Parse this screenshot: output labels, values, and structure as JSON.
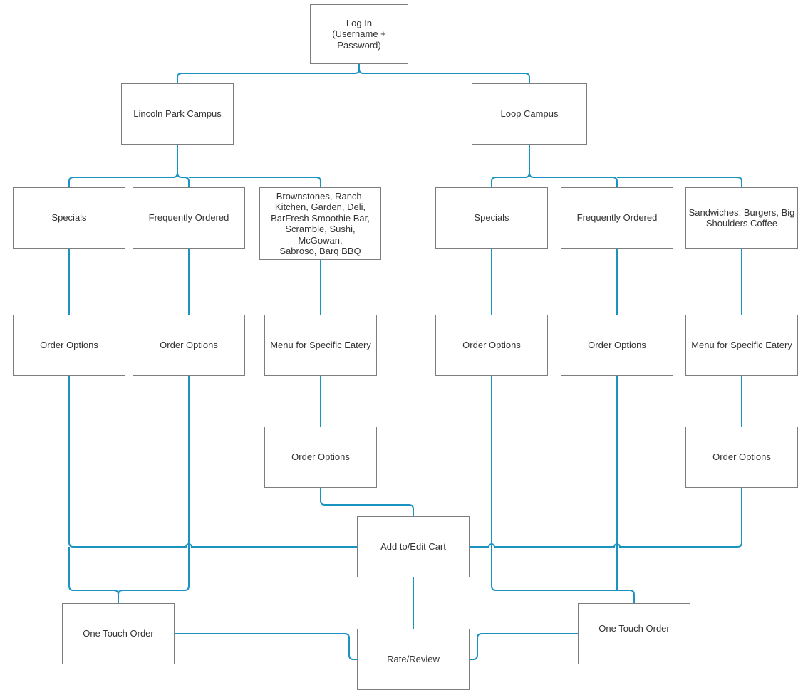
{
  "style": {
    "connector_color": "#1a93c1",
    "border_color": "#7d7d7d",
    "text_color": "#333333"
  },
  "nodes": {
    "login": "Log In\n(Username +\nPassword)",
    "lincoln_park": "Lincoln Park Campus",
    "loop": "Loop Campus",
    "lp_specials": "Specials",
    "lp_frequent": "Frequently Ordered",
    "lp_eateries": "Brownstones, Ranch,\nKitchen, Garden, Deli,\nBarFresh Smoothie Bar,\nScramble, Sushi, McGowan,\nSabroso, Barq BBQ",
    "loop_specials": "Specials",
    "loop_frequent": "Frequently Ordered",
    "loop_eateries": "Sandwiches, Burgers, Big\nShoulders Coffee",
    "lp_specials_order": "Order Options",
    "lp_frequent_order": "Order Options",
    "lp_menu": "Menu for Specific Eatery",
    "loop_specials_order": "Order Options",
    "loop_frequent_order": "Order Options",
    "loop_menu": "Menu for Specific Eatery",
    "lp_menu_order": "Order Options",
    "loop_menu_order": "Order Options",
    "cart": "Add to/Edit Cart",
    "lp_one_touch": "One Touch Order",
    "loop_one_touch": "One Touch Order",
    "rate": "Rate/Review"
  }
}
